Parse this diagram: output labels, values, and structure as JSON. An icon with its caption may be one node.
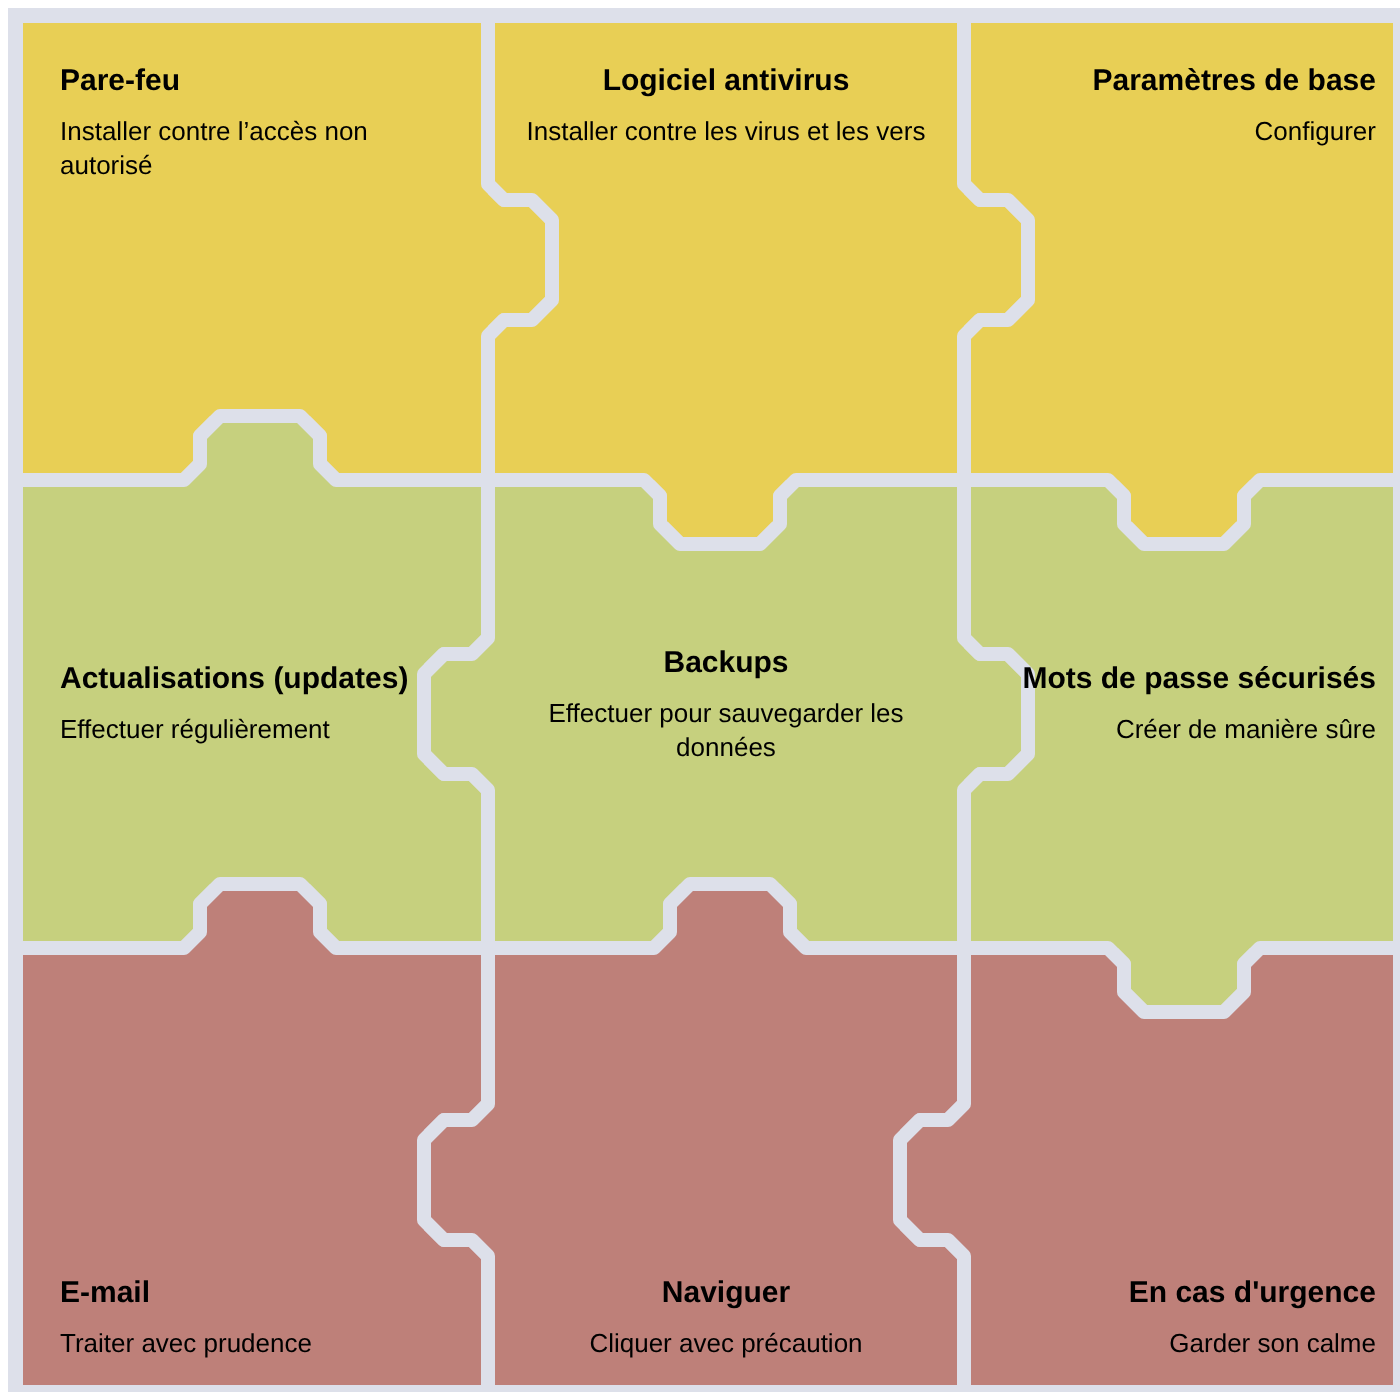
{
  "diagram": {
    "nodes": [
      {
        "text": [
          "Pare-feu",
          "Installer contre l’accès non autorisé"
        ]
      },
      {
        "text": [
          "Logiciel antivirus",
          "Installer contre les virus et les vers"
        ]
      },
      {
        "text": [
          "Paramètres de base",
          "Configurer"
        ]
      },
      {
        "text": [
          "Actualisations (updates)",
          "Effectuer régulièrement"
        ]
      },
      {
        "text": [
          "Backups",
          "Effectuer pour sauvegarder les données"
        ]
      },
      {
        "text": [
          "Mots de passe sécurisés",
          "Créer de manière sûre"
        ]
      },
      {
        "text": [
          "E-mail",
          "Traiter avec prudence"
        ]
      },
      {
        "text": [
          "Naviguer",
          "Cliquer avec précaution"
        ]
      },
      {
        "text": [
          "En cas d'urgence",
          "Garder son calme"
        ]
      }
    ]
  }
}
